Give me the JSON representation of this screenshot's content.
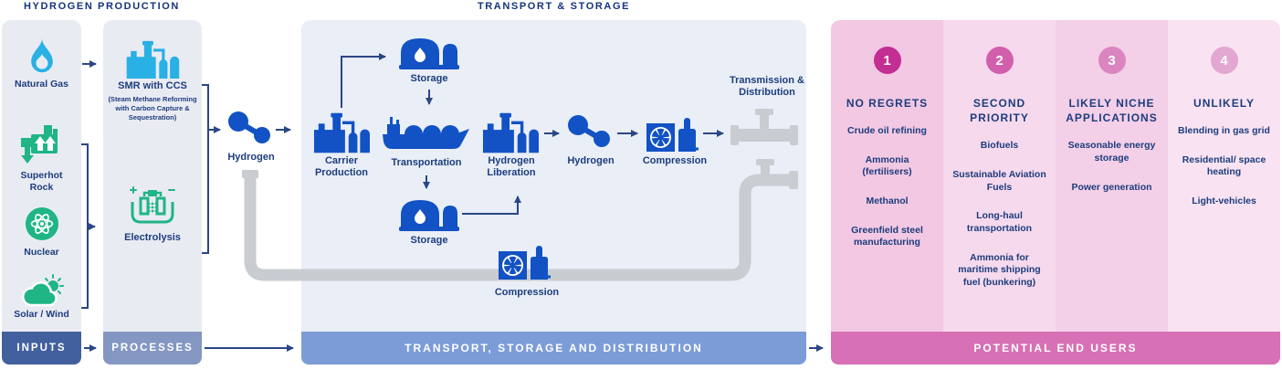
{
  "headers": {
    "hydrogen_production": "HYDROGEN PRODUCTION",
    "transport_storage": "TRANSPORT & STORAGE"
  },
  "inputs": {
    "footer": "INPUTS",
    "items": [
      {
        "label": "Natural Gas",
        "icon": "flame-icon"
      },
      {
        "label": "Superhot Rock",
        "icon": "geothermal-icon"
      },
      {
        "label": "Nuclear",
        "icon": "atom-icon"
      },
      {
        "label": "Solar / Wind",
        "icon": "cloud-sun-icon"
      }
    ]
  },
  "processes": {
    "footer": "PROCESSES",
    "smr": {
      "label": "SMR with CCS",
      "sublabel": "(Steam Methane Reforming with Carbon Capture & Sequestration)"
    },
    "electrolysis": {
      "label": "Electrolysis"
    }
  },
  "hydrogen_link": {
    "label": "Hydrogen"
  },
  "transport": {
    "footer": "TRANSPORT, STORAGE AND DISTRIBUTION",
    "nodes": {
      "storage_top": "Storage",
      "carrier_production": "Carrier Production",
      "transportation": "Transportation",
      "storage_bottom": "Storage",
      "hydrogen_liberation": "Hydrogen Liberation",
      "hydrogen": "Hydrogen",
      "compression_top": "Compression",
      "transmission": "Transmission & Distribution",
      "compression_bottom": "Compression"
    }
  },
  "end_users": {
    "footer": "POTENTIAL END USERS",
    "columns": [
      {
        "number": "1",
        "title": "NO REGRETS",
        "items": [
          "Crude oil refining",
          "Ammonia (fertilisers)",
          "Methanol",
          "Greenfield steel manufacturing"
        ]
      },
      {
        "number": "2",
        "title": "SECOND PRIORITY",
        "items": [
          "Biofuels",
          "Sustainable Aviation Fuels",
          "Long-haul transportation",
          "Ammonia for maritime shipping fuel (bunkering)"
        ]
      },
      {
        "number": "3",
        "title": "LIKELY NICHE APPLICATIONS",
        "items": [
          "Seasonable energy storage",
          "Power generation"
        ]
      },
      {
        "number": "4",
        "title": "UNLIKELY",
        "items": [
          "Blending in gas grid",
          "Residential/ space heating",
          "Light-vehicles"
        ]
      }
    ]
  },
  "colors": {
    "navy_text": "#1d3d7d",
    "header_text": "#16337b",
    "royal_blue_icon": "#1252c4",
    "light_blue_icon": "#29b0e5",
    "green_icon": "#1fb585",
    "pipe_gray": "#c9ccd1",
    "arrow_navy": "#2a4784",
    "inputs_bar": "#42609e",
    "processes_bar": "#8497c3",
    "transport_bar": "#7b9cd7",
    "end_users_bar": "#d770b5",
    "panel_bg": "#e9ebf3",
    "transport_bg": "#e9eef7",
    "end_user_circle_colors": [
      "#c32e92",
      "#d25fac",
      "#da85c0",
      "#e3a7d1"
    ],
    "end_user_column_bgs": [
      "#f2c8e3",
      "#f6d9ed",
      "#f4cfe8",
      "#f9e3f2"
    ]
  }
}
